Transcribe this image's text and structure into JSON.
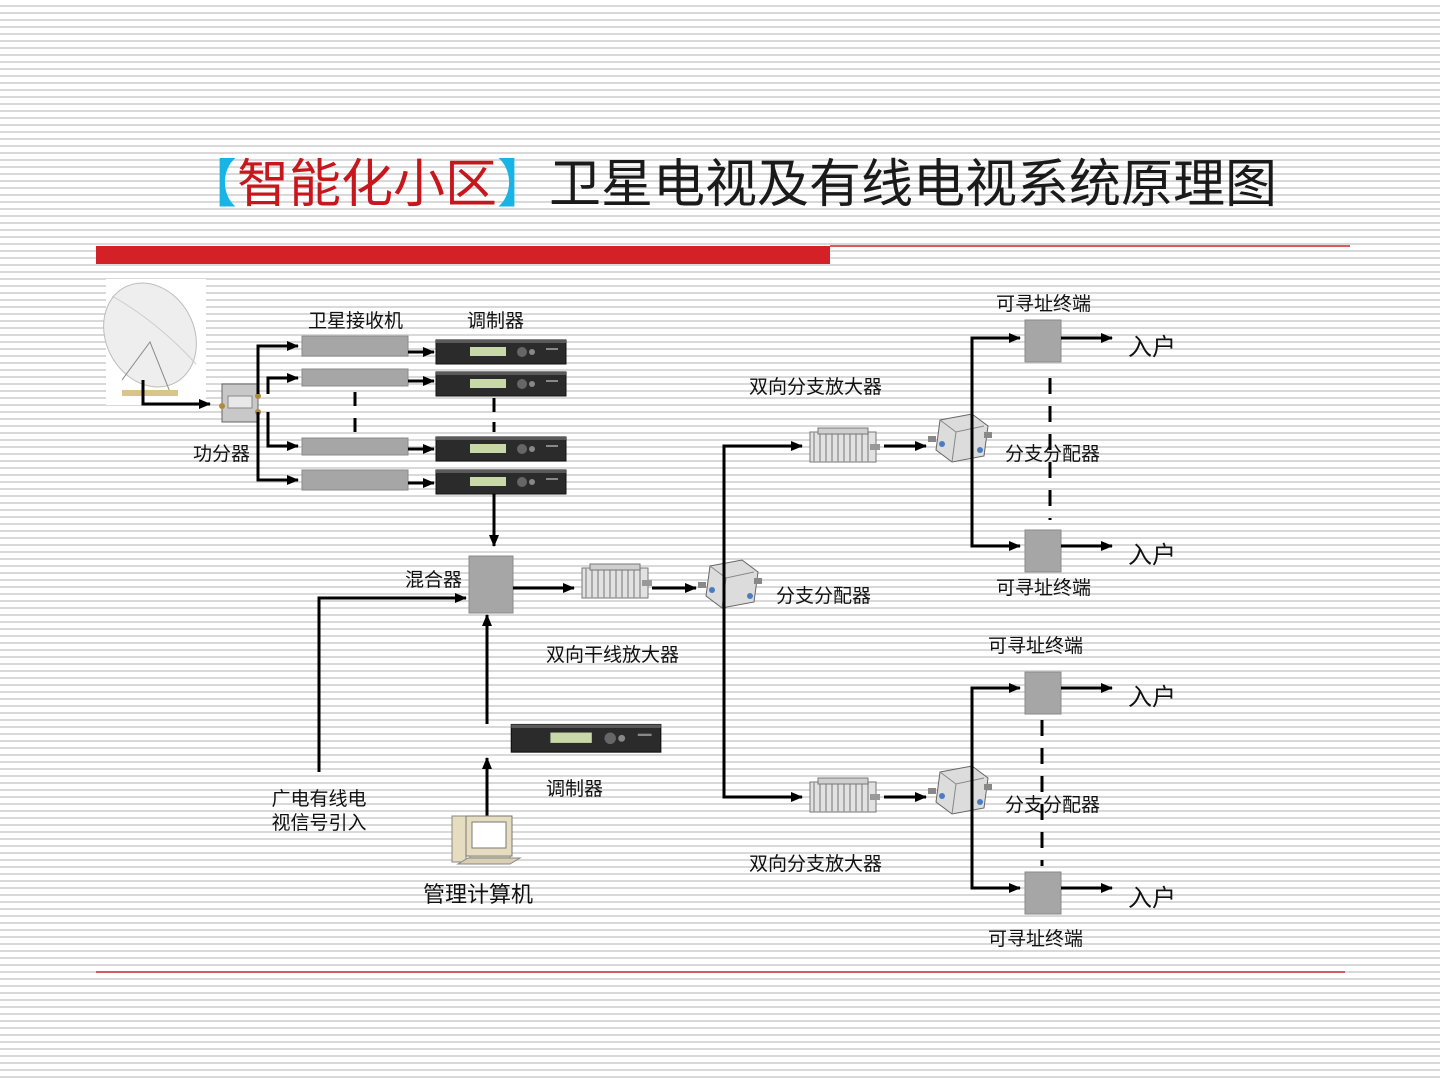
{
  "title": {
    "bracket_open": "【",
    "highlight": "智能化小区",
    "bracket_close": "】",
    "text": "卫星电视及有线电视系统原理图"
  },
  "labels": {
    "satellite_receiver": "卫星接收机",
    "modulator_top": "调制器",
    "splitter": "功分器",
    "mixer": "混合器",
    "trunk_amp": "双向干线放大器",
    "branch_distributor_center": "分支分配器",
    "branch_amp_top": "双向分支放大器",
    "branch_amp_bottom": "双向分支放大器",
    "branch_distributor_top": "分支分配器",
    "branch_distributor_bottom": "分支分配器",
    "terminal_1": "可寻址终端",
    "terminal_2": "可寻址终端",
    "terminal_3": "可寻址终端",
    "terminal_4": "可寻址终端",
    "home_1": "入户",
    "home_2": "入户",
    "home_3": "入户",
    "home_4": "入户",
    "cable_input": "广电有线电视信号引入",
    "modulator_bottom": "调制器",
    "management_pc": "管理计算机"
  },
  "colors": {
    "title_bracket": "#19b4e6",
    "title_highlight": "#c8161d",
    "accent_bar": "#d42027",
    "line": "#000000",
    "device_gray": "#a6a6a6"
  },
  "icons": [
    "satellite-dish-icon",
    "splitter-icon",
    "modulator-icon",
    "amplifier-icon",
    "distributor-icon",
    "computer-icon",
    "arrow-icon"
  ]
}
